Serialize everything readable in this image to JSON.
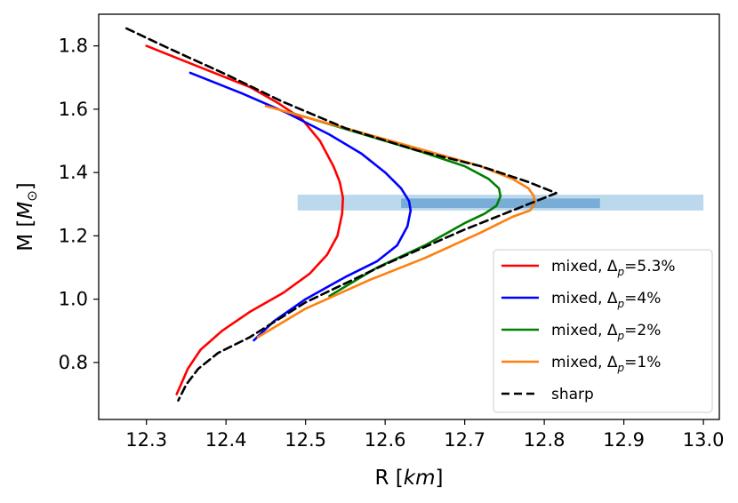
{
  "chart_data": {
    "type": "line",
    "xlabel": {
      "base": "R [",
      "italic": "km",
      "close": "]"
    },
    "ylabel": {
      "base": "M [",
      "italic": "M",
      "sub": "⊙",
      "close": "]"
    },
    "xlim": [
      12.24,
      13.02
    ],
    "ylim": [
      0.62,
      1.9
    ],
    "xticks": [
      12.3,
      12.4,
      12.5,
      12.6,
      12.7,
      12.8,
      12.9,
      13.0
    ],
    "xtick_labels": [
      "12.3",
      "12.4",
      "12.5",
      "12.6",
      "12.7",
      "12.8",
      "12.9",
      "13.0"
    ],
    "yticks": [
      0.8,
      1.0,
      1.2,
      1.4,
      1.6,
      1.8
    ],
    "ytick_labels": [
      "0.8",
      "1.0",
      "1.2",
      "1.4",
      "1.6",
      "1.8"
    ],
    "grid": false,
    "legend_position": "lower-right",
    "bands": [
      {
        "x": [
          12.49,
          13.0
        ],
        "y": [
          1.28,
          1.33
        ],
        "color": "#a6cbe5",
        "opacity": 0.75
      },
      {
        "x": [
          12.62,
          12.87
        ],
        "y": [
          1.288,
          1.318
        ],
        "color": "#5b9bcf",
        "opacity": 0.7
      }
    ],
    "series": [
      {
        "prefix": "mixed, Δ",
        "sub": "p",
        "suffix": "=5.3%",
        "color": "#ff0000",
        "dash": "solid",
        "x": [
          12.3,
          12.34,
          12.39,
          12.43,
          12.465,
          12.495,
          12.518,
          12.535,
          12.543,
          12.547,
          12.546,
          12.54,
          12.527,
          12.505,
          12.472,
          12.43,
          12.395,
          12.368,
          12.352,
          12.345,
          12.338
        ],
        "y": [
          1.8,
          1.76,
          1.71,
          1.67,
          1.62,
          1.57,
          1.5,
          1.42,
          1.37,
          1.32,
          1.27,
          1.2,
          1.14,
          1.08,
          1.02,
          0.96,
          0.9,
          0.84,
          0.78,
          0.74,
          0.7
        ]
      },
      {
        "prefix": "mixed, Δ",
        "sub": "p",
        "suffix": "=4%",
        "color": "#0000ff",
        "dash": "solid",
        "x": [
          12.355,
          12.42,
          12.475,
          12.53,
          12.57,
          12.6,
          12.62,
          12.63,
          12.632,
          12.628,
          12.615,
          12.59,
          12.55,
          12.5,
          12.46,
          12.435
        ],
        "y": [
          1.715,
          1.65,
          1.59,
          1.52,
          1.46,
          1.4,
          1.35,
          1.31,
          1.28,
          1.23,
          1.17,
          1.12,
          1.07,
          1.0,
          0.93,
          0.87
        ]
      },
      {
        "prefix": "mixed, Δ",
        "sub": "p",
        "suffix": "=2%",
        "color": "#008000",
        "dash": "solid",
        "x": [
          12.48,
          12.56,
          12.64,
          12.7,
          12.73,
          12.743,
          12.745,
          12.74,
          12.725,
          12.7,
          12.65,
          12.59,
          12.53
        ],
        "y": [
          1.59,
          1.53,
          1.47,
          1.42,
          1.38,
          1.35,
          1.325,
          1.295,
          1.27,
          1.24,
          1.17,
          1.1,
          1.01
        ]
      },
      {
        "prefix": "mixed, Δ",
        "sub": "p",
        "suffix": "=1%",
        "color": "#ff7f0e",
        "dash": "solid",
        "x": [
          12.45,
          12.55,
          12.65,
          12.72,
          12.76,
          12.78,
          12.787,
          12.788,
          12.782,
          12.76,
          12.72,
          12.65,
          12.58,
          12.5,
          12.44
        ],
        "y": [
          1.61,
          1.54,
          1.47,
          1.42,
          1.38,
          1.35,
          1.325,
          1.3,
          1.28,
          1.26,
          1.21,
          1.13,
          1.06,
          0.97,
          0.88
        ]
      },
      {
        "prefix": "sharp",
        "sub": "",
        "suffix": "",
        "color": "#000000",
        "dash": "dashed",
        "x": [
          12.275,
          12.33,
          12.4,
          12.47,
          12.55,
          12.64,
          12.72,
          12.78,
          12.815,
          12.77,
          12.7,
          12.6,
          12.5,
          12.43,
          12.39,
          12.365,
          12.35,
          12.34
        ],
        "y": [
          1.855,
          1.79,
          1.71,
          1.625,
          1.54,
          1.47,
          1.42,
          1.37,
          1.335,
          1.29,
          1.22,
          1.11,
          0.99,
          0.88,
          0.83,
          0.78,
          0.73,
          0.68
        ]
      }
    ]
  }
}
